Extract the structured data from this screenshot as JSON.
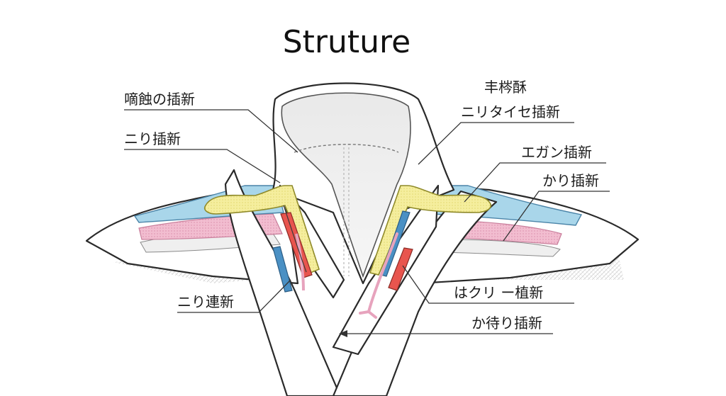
{
  "title": "Struture",
  "labels": {
    "l1": "嘀蝕の插新",
    "l2": "ニり插新",
    "l3": "ニり連新",
    "r1": "丰梣酥",
    "r2": "ニリタイセ插新",
    "r3": "エガン插新",
    "r4": "かり插新",
    "r5": "はクリ ー植新",
    "r6": "か待り插新"
  },
  "colors": {
    "blue_layer": "#a9d6ea",
    "pink_layer": "#f0b8cc",
    "yellow_layer": "#f3ec9a",
    "red_strip": "#e8554e",
    "blue_strip": "#4a90c4",
    "pink_vessel": "#e7a3bd"
  }
}
